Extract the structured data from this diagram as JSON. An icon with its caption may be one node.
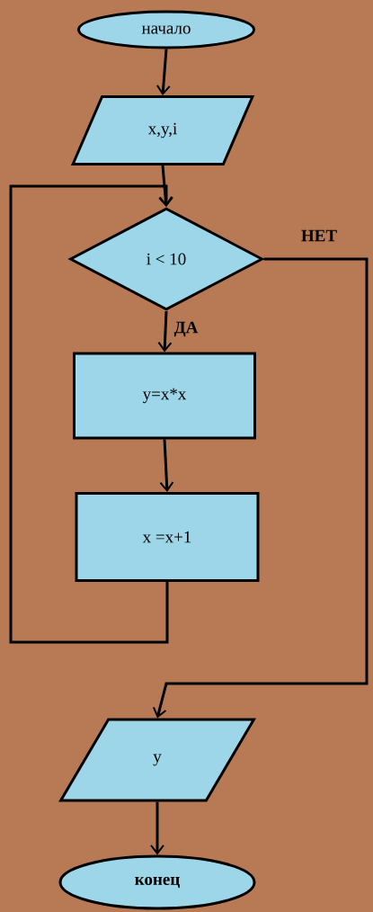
{
  "diagram": {
    "nodes": [
      {
        "text": [
          "начало"
        ]
      },
      {
        "text": [
          "x,y,i"
        ]
      },
      {
        "text": [
          "i < 10"
        ]
      },
      {
        "text": [
          "y=x*x"
        ]
      },
      {
        "text": [
          "x =x+1"
        ]
      },
      {
        "text": [
          "y"
        ]
      },
      {
        "text": [
          "конец"
        ]
      }
    ],
    "edges": [
      {
        "from": 0,
        "to": 1,
        "arrow": "to"
      },
      {
        "from": 1,
        "to": 2,
        "arrow": "to"
      },
      {
        "from": 2,
        "to": 3,
        "arrow": "to",
        "label": "ДА"
      },
      {
        "from": 3,
        "to": 4,
        "arrow": "to"
      },
      {
        "from": 4,
        "to": 2,
        "arrow": "to"
      },
      {
        "from": 2,
        "to": 5,
        "arrow": "to",
        "label": "НЕТ"
      },
      {
        "from": 5,
        "to": 6,
        "arrow": "to"
      }
    ]
  }
}
